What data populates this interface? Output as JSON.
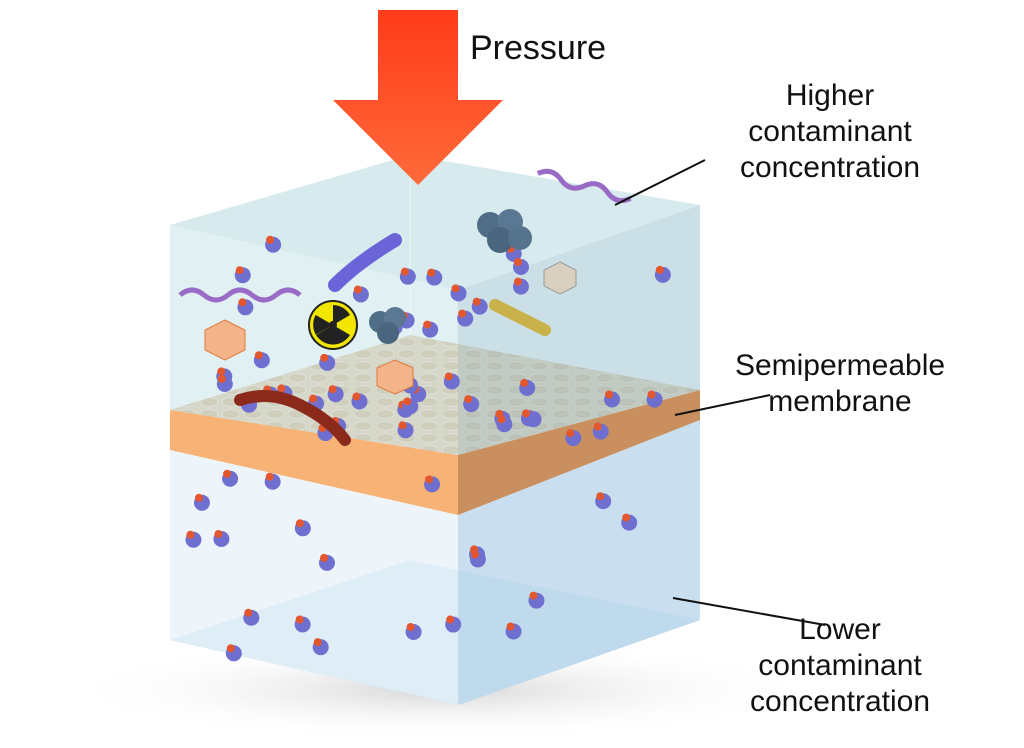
{
  "labels": {
    "pressure": "Pressure",
    "higher": [
      "Higher",
      "contaminant",
      "concentration"
    ],
    "membrane": [
      "Semipermeable",
      "membrane"
    ],
    "lower": [
      "Lower",
      "contaminant",
      "concentration"
    ]
  },
  "colors": {
    "arrow": "#ff4a1c",
    "membrane_top": "#e8c9a5",
    "membrane_front": "#f7b276",
    "membrane_side": "#cf9464",
    "upper_water": "#bcdde3",
    "lower_water": "#d8e8f3",
    "floor": "#9fc6e0"
  }
}
